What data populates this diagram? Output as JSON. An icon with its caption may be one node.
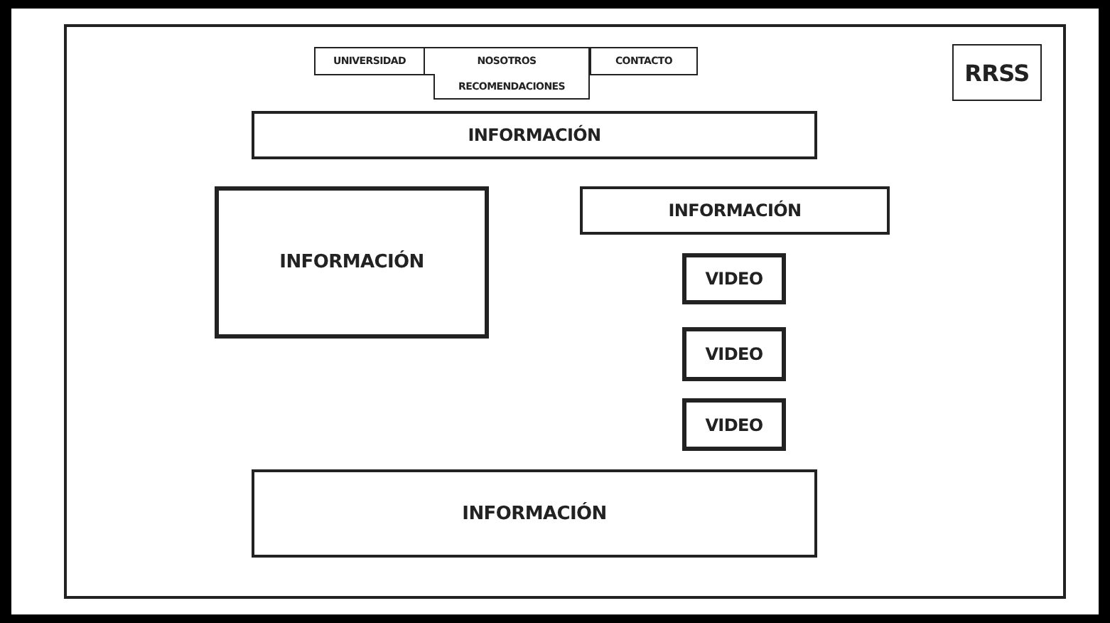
{
  "diagram": {
    "nodes": [
      {
        "text": [
          "UNIVERSIDAD"
        ]
      },
      {
        "text": [
          "NOSOTROS"
        ]
      },
      {
        "text": [
          "CONTACTO"
        ]
      },
      {
        "text": [
          "RECOMENDACIONES"
        ]
      },
      {
        "text": [
          "RRSS"
        ]
      },
      {
        "text": [
          "INFORMACIÓN"
        ]
      },
      {
        "text": [
          "INFORMACIÓN"
        ]
      },
      {
        "text": [
          "INFORMACIÓN"
        ]
      },
      {
        "text": [
          "VIDEO"
        ]
      },
      {
        "text": [
          "VIDEO"
        ]
      },
      {
        "text": [
          "VIDEO"
        ]
      },
      {
        "text": [
          "INFORMACIÓN"
        ]
      }
    ]
  }
}
